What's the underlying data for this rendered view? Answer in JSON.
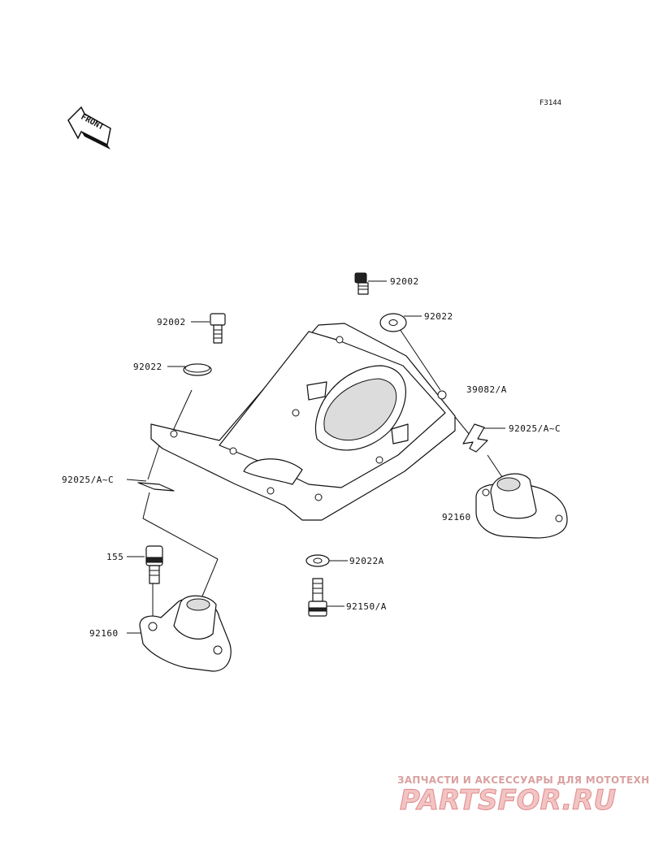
{
  "figure_code": "F3144",
  "front_label": "FRONT",
  "callouts": [
    {
      "part": "92002",
      "text": "92002"
    },
    {
      "part": "92022",
      "text": "92022"
    },
    {
      "part": "92002",
      "text": "92002"
    },
    {
      "part": "92022",
      "text": "92022"
    },
    {
      "part": "39082/A",
      "text": "39082/A"
    },
    {
      "part": "92025/A~C",
      "text": "92025/A~C"
    },
    {
      "part": "92025/A~C",
      "text": "92025/A~C"
    },
    {
      "part": "92160",
      "text": "92160"
    },
    {
      "part": "155",
      "text": "155"
    },
    {
      "part": "92022A",
      "text": "92022A"
    },
    {
      "part": "92150/A",
      "text": "92150/A"
    },
    {
      "part": "92160",
      "text": "92160"
    }
  ],
  "watermark": {
    "tagline": "ЗАПЧАСТИ И АКСЕССУАРЫ ДЛЯ МОТОТЕХНИКИ",
    "logo": "PARTSFOR.RU"
  }
}
